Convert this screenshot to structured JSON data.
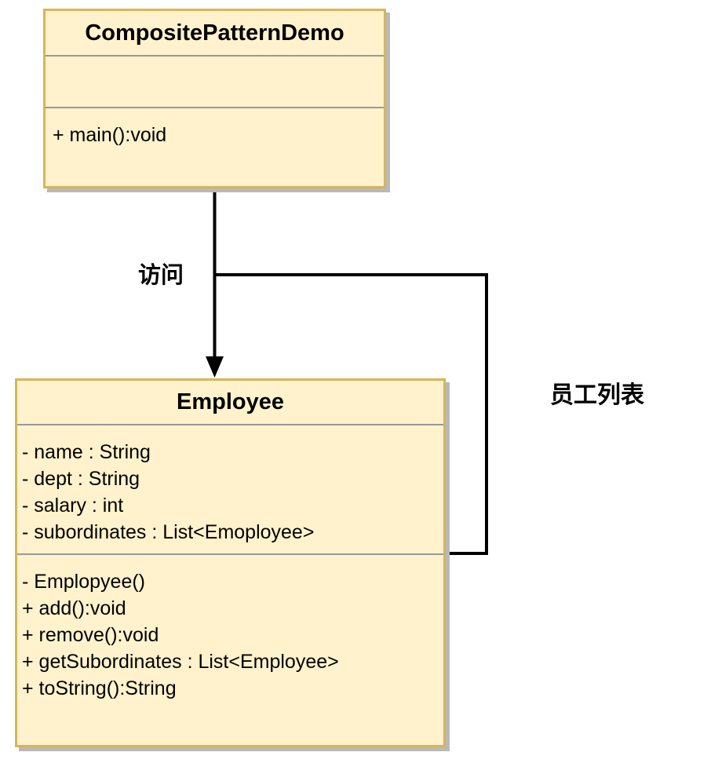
{
  "diagram": {
    "classes": {
      "demo": {
        "name": "CompositePatternDemo",
        "attributes": [],
        "methods": [
          "+ main():void"
        ]
      },
      "employee": {
        "name": "Employee",
        "attributes": [
          "- name : String",
          "- dept : String",
          "- salary : int",
          "- subordinates : List<Emoployee>"
        ],
        "methods": [
          "- Emplopyee()",
          "+ add():void",
          "+ remove():void",
          "+ getSubordinates : List<Employee>",
          "+ toString():String"
        ]
      }
    },
    "edges": {
      "access": {
        "label": "访问",
        "from": "CompositePatternDemo",
        "to": "Employee",
        "type": "arrow"
      },
      "list": {
        "label": "员工列表",
        "from": "Employee",
        "to": "Employee",
        "type": "association"
      }
    },
    "colors": {
      "class_fill": "#FFF2CC",
      "class_border": "#D6B656",
      "divider": "#999999",
      "shadow": "#B9B9B9",
      "connector": "#000000",
      "text": "#000000",
      "background": "#FFFFFF"
    }
  }
}
